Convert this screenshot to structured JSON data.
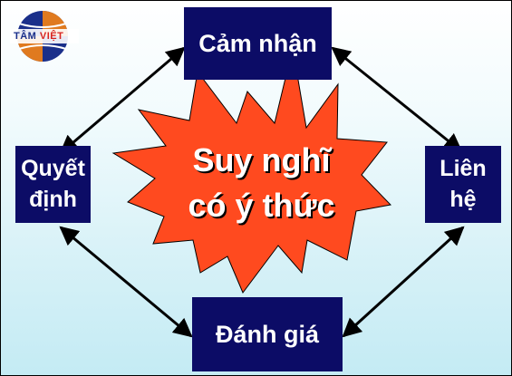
{
  "logo": {
    "part1": "TÂM",
    "part2": "VIỆT"
  },
  "nodes": {
    "top": "Cảm nhận",
    "right": [
      "Liên",
      "hệ"
    ],
    "bottom": "Đánh giá",
    "left": [
      "Quyết",
      "định"
    ]
  },
  "center": {
    "line1": "Suy nghĩ",
    "line2": "có ý thức"
  },
  "colors": {
    "box": "#0c0c66",
    "burst": "#ff4a1f",
    "background": "#d6f1f7"
  }
}
